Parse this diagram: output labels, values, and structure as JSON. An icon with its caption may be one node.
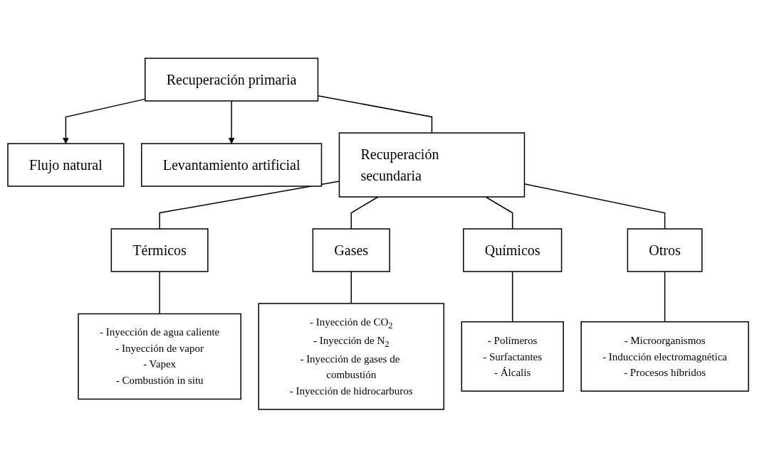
{
  "diagram": {
    "nodes": [
      {
        "text": [
          "Recuperación primaria"
        ]
      },
      {
        "text": [
          "Flujo natural"
        ]
      },
      {
        "text": [
          "Levantamiento artificial"
        ]
      },
      {
        "text": [
          "Recuperación secundaria"
        ]
      },
      {
        "text": [
          "Térmicos"
        ]
      },
      {
        "text": [
          "Gases"
        ]
      },
      {
        "text": [
          "Químicos"
        ]
      },
      {
        "text": [
          "Otros"
        ]
      },
      {
        "text": [
          "- Inyección de agua caliente",
          "- Inyección de vapor",
          "- Vapex",
          "- Combustión in situ"
        ]
      },
      {
        "text": [
          "- Inyección de CO$_{2}$",
          "- Inyección de N$_{2}$",
          "- Inyección de gases de combustión",
          "- Inyección de hidrocarburos"
        ]
      },
      {
        "text": [
          "- Polímeros",
          "- Surfactantes",
          "- Álcalis"
        ]
      },
      {
        "text": [
          "- Microorganismos",
          "- Inducción electromagnética",
          "- Procesos híbridos"
        ]
      }
    ],
    "edges": [
      {
        "from": 0,
        "to": 1,
        "arrow": "to"
      },
      {
        "from": 0,
        "to": 2,
        "arrow": "to"
      },
      {
        "from": 0,
        "to": 3,
        "arrow": "none"
      },
      {
        "from": 3,
        "to": 4,
        "arrow": "none"
      },
      {
        "from": 3,
        "to": 5,
        "arrow": "none"
      },
      {
        "from": 3,
        "to": 6,
        "arrow": "none"
      },
      {
        "from": 3,
        "to": 7,
        "arrow": "none"
      },
      {
        "from": 4,
        "to": 8,
        "arrow": "none"
      },
      {
        "from": 5,
        "to": 9,
        "arrow": "none"
      },
      {
        "from": 6,
        "to": 10,
        "arrow": "none"
      },
      {
        "from": 7,
        "to": 11,
        "arrow": "none"
      }
    ]
  }
}
